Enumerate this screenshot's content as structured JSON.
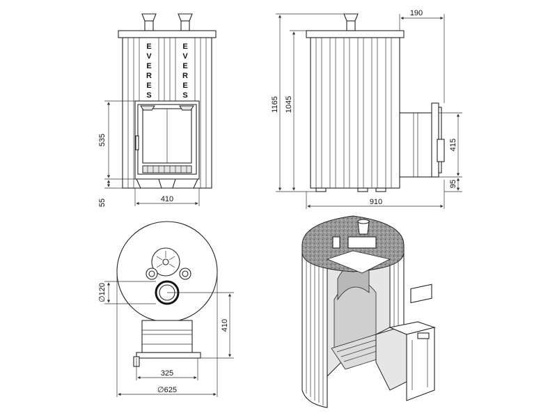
{
  "brand_letters": [
    "E",
    "V",
    "E",
    "R",
    "E",
    "S"
  ],
  "front_view": {
    "dim_height_door": "535",
    "dim_height_leg": "55",
    "dim_width": "410"
  },
  "side_view": {
    "dim_height_total": "1165",
    "dim_height_body": "1045",
    "dim_top_offset": "190",
    "dim_door_height": "415",
    "dim_door_bottom": "95",
    "dim_depth_total": "910"
  },
  "top_view": {
    "dim_flue_diameter": "∅120",
    "dim_tunnel_length": "410",
    "dim_tunnel_width": "325",
    "dim_body_diameter": "∅625"
  },
  "colors": {
    "line": "#222222",
    "stone": "#8a8a8a",
    "fill": "#e6e6e6"
  }
}
